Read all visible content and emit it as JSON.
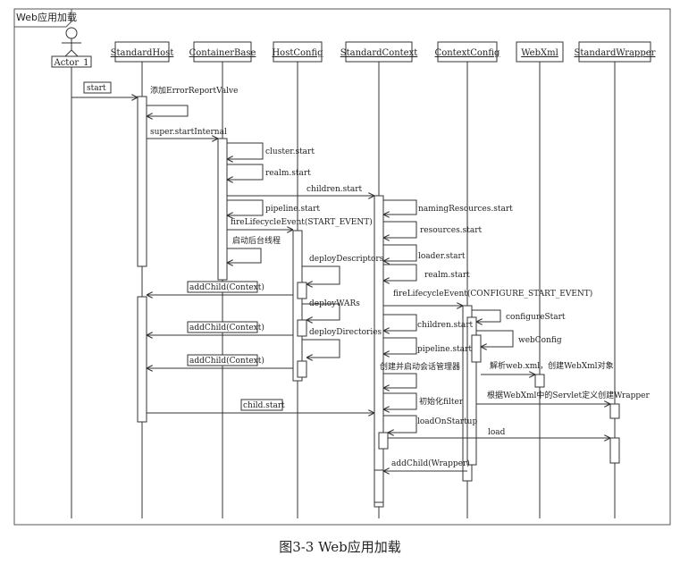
{
  "frame_title": "Web应用加载",
  "caption": "图3-3   Web应用加载",
  "actor": {
    "label": "Actor_1"
  },
  "lifelines": [
    "StandardHost",
    "ContainerBase",
    "HostConfig",
    "StandardContext",
    "ContextConfig",
    "WebXml",
    "StandardWrapper"
  ],
  "messages": [
    "start",
    "添加ErrorReportValve",
    "super.startInternal",
    "cluster.start",
    "realm.start",
    "children.start",
    "pipeline.start",
    "fireLifecycleEvent(START_EVENT)",
    "启动后台线程",
    "deployDescriptors",
    "addChild(Context)",
    "deployWARs",
    "addChild(Context)",
    "deployDirectories",
    "addChild(Context)",
    "child.start",
    "namingResources.start",
    "resources.start",
    "loader.start",
    "realm.start",
    "fireLifecycleEvent(CONFIGURE_START_EVENT)",
    "children.start",
    "configureStart",
    "webConfig",
    "pipeline.start",
    "创建并启动会话管理器",
    "解析web.xml，创建WebXml对象",
    "初始化filter",
    "根据WebXml中的Servlet定义创建Wrapper",
    "loadOnStartup",
    "load",
    "addChild(Wrapper)"
  ]
}
